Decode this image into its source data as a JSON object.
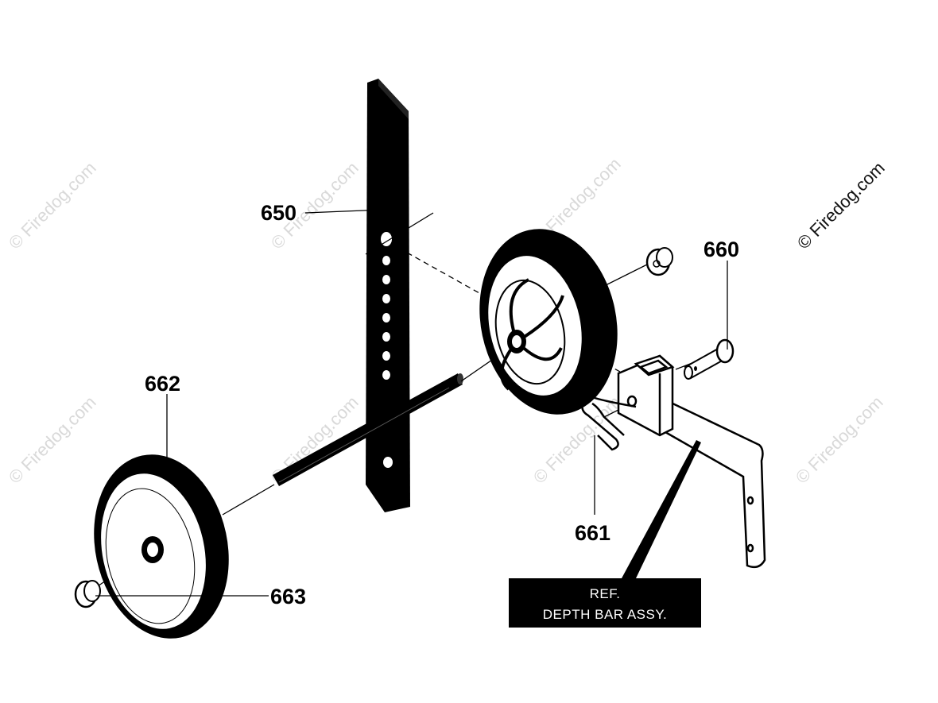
{
  "callouts": {
    "p650": "650",
    "p660": "660",
    "p661": "661",
    "p662": "662",
    "p663": "663"
  },
  "reference_box": {
    "line1": "REF.",
    "line2": "DEPTH BAR ASSY."
  },
  "watermark": {
    "text": "© Firedog.com"
  },
  "colors": {
    "ink": "#000000",
    "paper": "#ffffff",
    "watermark": "#d9d9d9"
  }
}
